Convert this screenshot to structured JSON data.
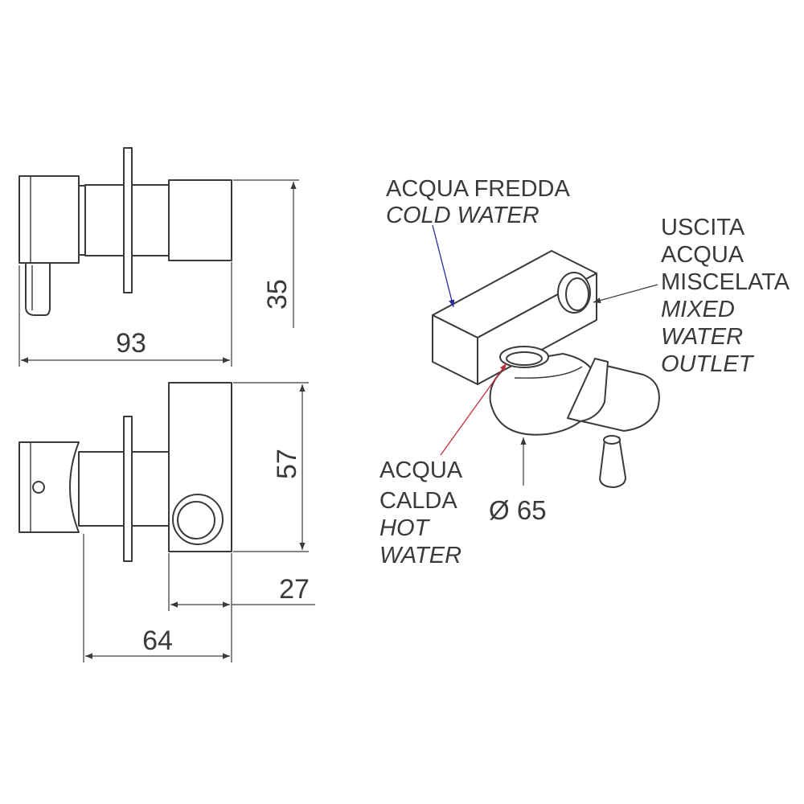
{
  "dimensions": {
    "total_length": "93",
    "height": "35",
    "body_height": "57",
    "outlet_depth": "27",
    "mount_depth": "64",
    "diameter": "Ø 65"
  },
  "labels": {
    "cold_it": "ACQUA FREDDA",
    "cold_en": "COLD WATER",
    "mixed_it_1": "USCITA",
    "mixed_it_2": "ACQUA",
    "mixed_it_3": "MISCELATA",
    "mixed_en_1": "MIXED",
    "mixed_en_2": "WATER",
    "mixed_en_3": "OUTLET",
    "hot_it_1": "ACQUA",
    "hot_it_2": "CALDA",
    "hot_en_1": "HOT",
    "hot_en_2": "WATER"
  },
  "colors": {
    "line": "#3a3a3a",
    "cold_leader": "#2a2aa0",
    "hot_leader": "#c0303a"
  }
}
